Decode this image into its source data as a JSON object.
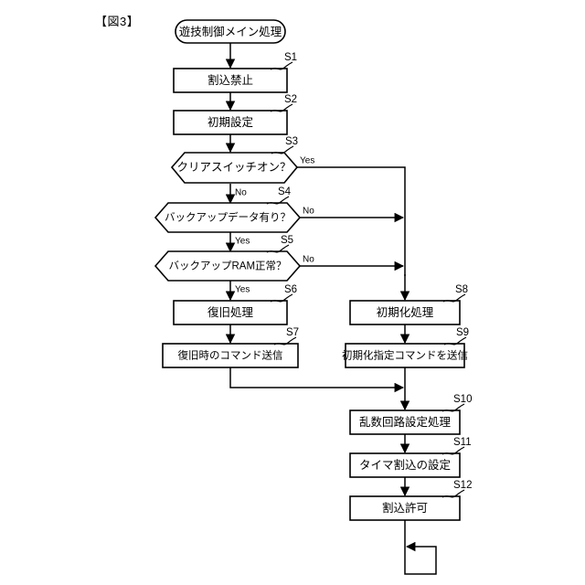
{
  "figure": {
    "title": "【図3】",
    "type": "flowchart",
    "language": "ja"
  },
  "nodes": {
    "start": {
      "id": "start",
      "shape": "terminator",
      "label": "遊技制御メイン処理",
      "step": ""
    },
    "s1": {
      "id": "s1",
      "shape": "process",
      "label": "割込禁止",
      "step": "S1"
    },
    "s2": {
      "id": "s2",
      "shape": "process",
      "label": "初期設定",
      "step": "S2"
    },
    "s3": {
      "id": "s3",
      "shape": "decision",
      "label": "クリアスイッチオン？",
      "step": "S3"
    },
    "s4": {
      "id": "s4",
      "shape": "decision",
      "label": "バックアップデータ有り？",
      "step": "S4"
    },
    "s5": {
      "id": "s5",
      "shape": "decision",
      "label": "バックアップRAM正常？",
      "step": "S5"
    },
    "s6": {
      "id": "s6",
      "shape": "process",
      "label": "復旧処理",
      "step": "S6"
    },
    "s7": {
      "id": "s7",
      "shape": "process",
      "label": "復旧時のコマンド送信",
      "step": "S7"
    },
    "s8": {
      "id": "s8",
      "shape": "process",
      "label": "初期化処理",
      "step": "S8"
    },
    "s9": {
      "id": "s9",
      "shape": "process",
      "label": "初期化指定コマンドを送信",
      "step": "S9"
    },
    "s10": {
      "id": "s10",
      "shape": "process",
      "label": "乱数回路設定処理",
      "step": "S10"
    },
    "s11": {
      "id": "s11",
      "shape": "process",
      "label": "タイマ割込の設定",
      "step": "S11"
    },
    "s12": {
      "id": "s12",
      "shape": "process",
      "label": "割込許可",
      "step": "S12"
    }
  },
  "branches": {
    "s3_yes": "Yes",
    "s3_no": "No",
    "s4_no": "No",
    "s4_yes": "Yes",
    "s5_no": "No",
    "s5_yes": "Yes"
  },
  "colors": {
    "line": "#000000",
    "fill": "#ffffff",
    "background": "#ffffff"
  }
}
